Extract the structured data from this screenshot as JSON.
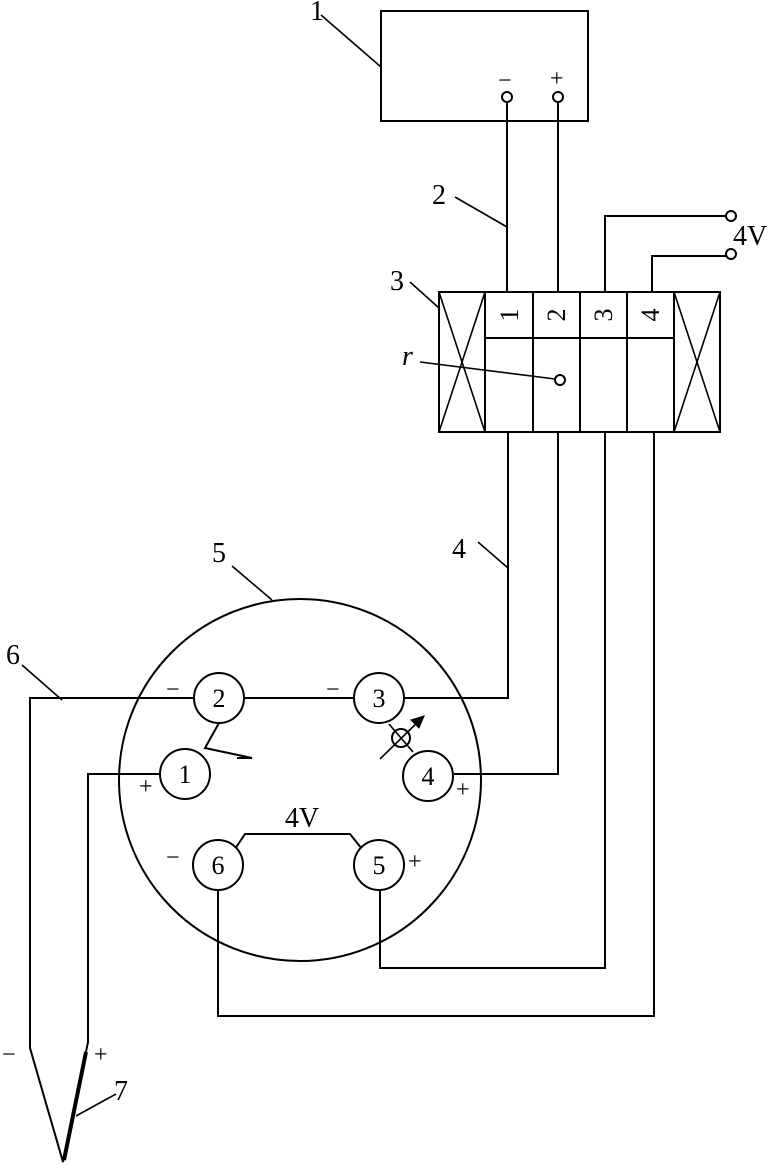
{
  "labels": {
    "l1": "1",
    "l2": "2",
    "l3": "3",
    "l4": "4",
    "l5": "5",
    "l6": "6",
    "l7": "7",
    "r": "r"
  },
  "supply": {
    "top_label": "4V",
    "head_label": "4V"
  },
  "device": {
    "minus": "−",
    "plus": "+"
  },
  "block_terminals": [
    "1",
    "2",
    "3",
    "4"
  ],
  "head_terminals": [
    "1",
    "2",
    "3",
    "4",
    "5",
    "6"
  ],
  "signs": {
    "minus": "−",
    "plus": "+"
  }
}
